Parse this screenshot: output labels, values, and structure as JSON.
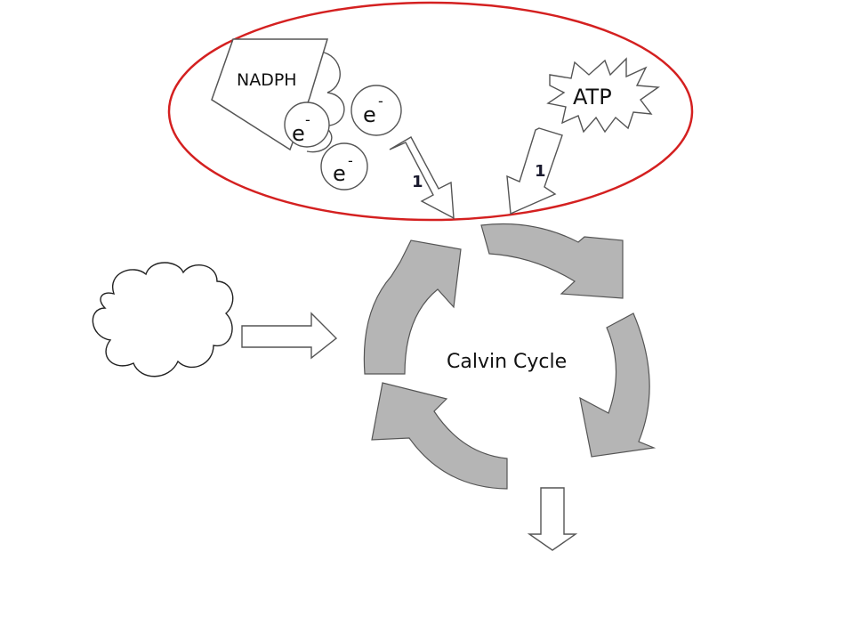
{
  "colors": {
    "background": "#ffffff",
    "highlight_ring": "#d42020",
    "cycle_arrow_fill": "#b5b5b5",
    "cycle_arrow_stroke": "#555555",
    "outline": "#555555"
  },
  "inputs": {
    "nadph_label": "NADPH",
    "electron_label": "e",
    "electron_charge": "-",
    "atp_label": "ATP",
    "nadph_arrow_count": "1",
    "atp_arrow_count": "1"
  },
  "cycle": {
    "title": "Calvin Cycle"
  },
  "icons": {
    "cloud": "cloud-icon",
    "right_arrow": "right-arrow-icon",
    "down_arrow": "down-arrow-icon"
  }
}
